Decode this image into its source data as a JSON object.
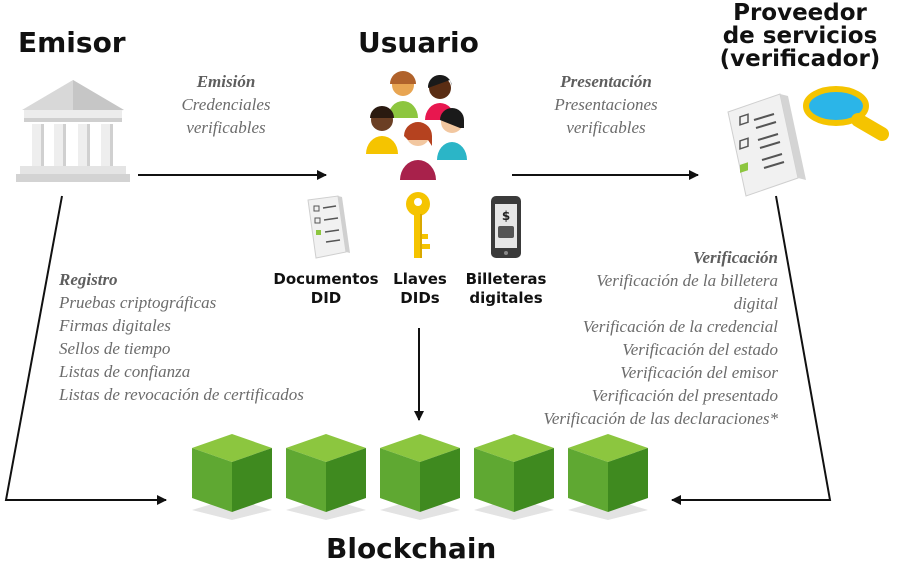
{
  "nodes": {
    "issuer": "Emisor",
    "user": "Usuario",
    "verifier_line1": "Proveedor",
    "verifier_line2": "de servicios",
    "verifier_line3": "(verificador)",
    "blockchain": "Blockchain"
  },
  "flows": {
    "issuance": {
      "heading": "Emisión",
      "lines": [
        "Credenciales",
        "verificables"
      ]
    },
    "presentation": {
      "heading": "Presentación",
      "lines": [
        "Presentaciones",
        "verificables"
      ]
    }
  },
  "registry": {
    "heading": "Registro",
    "items": [
      "Pruebas criptográficas",
      "Firmas digitales",
      "Sellos de tiempo",
      "Listas de confianza",
      "Listas de revocación de certificados"
    ]
  },
  "verification": {
    "heading": "Verificación",
    "items": [
      "Verificación de la billetera",
      "digital",
      "Verificación de la credencial",
      "Verificación del estado",
      "Verificación del emisor",
      "Verificación del presentado",
      "Verificación de las declaraciones*"
    ]
  },
  "artifacts": [
    {
      "line1": "Documentos",
      "line2": "DID"
    },
    {
      "line1": "Llaves",
      "line2": "DIDs"
    },
    {
      "line1": "Billeteras",
      "line2": "digitales"
    }
  ],
  "colors": {
    "block_green": "#5fa832",
    "arrow": "#111111",
    "muted_text": "#6b6b6b"
  }
}
